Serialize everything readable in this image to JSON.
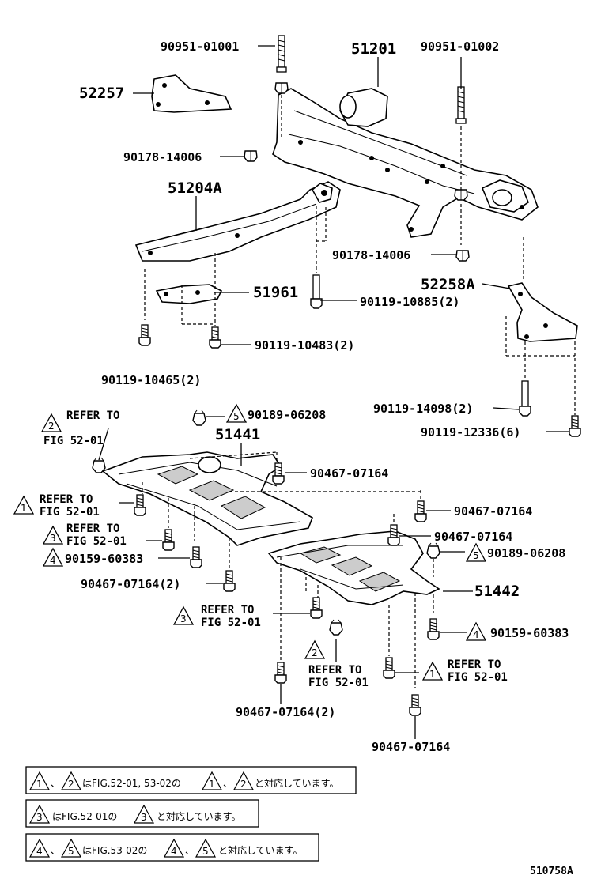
{
  "labels": {
    "p_90951_01001": "90951-01001",
    "p_51201": "51201",
    "p_90951_01002": "90951-01002",
    "p_52257": "52257",
    "p_90178_14006_a": "90178-14006",
    "p_51204A": "51204A",
    "p_90178_14006_b": "90178-14006",
    "p_52258A": "52258A",
    "p_51961": "51961",
    "p_90119_10885": "90119-10885(2)",
    "p_90119_10483": "90119-10483(2)",
    "p_90119_10465": "90119-10465(2)",
    "p_90119_14098": "90119-14098(2)",
    "p_90119_12336": "90119-12336(6)",
    "p_90189_06208_a": "90189-06208",
    "p_51441": "51441",
    "p_90467_07164_a": "90467-07164",
    "p_90467_07164_b": "90467-07164",
    "p_90467_07164_c": "90467-07164",
    "p_90189_06208_b": "90189-06208",
    "p_90159_60383_a": "90159-60383",
    "p_90467_07164_d": "90467-07164(2)",
    "p_51442": "51442",
    "p_90159_60383_b": "90159-60383",
    "p_90467_07164_e": "90467-07164(2)",
    "p_90467_07164_f": "90467-07164"
  },
  "refs": {
    "refer_to": "REFER TO",
    "fig": "FIG 52-01"
  },
  "triangles": [
    "1",
    "2",
    "3",
    "4",
    "5"
  ],
  "notes": {
    "note1_a": "、",
    "note1_b": "はFIG.52-01, 53-02の",
    "note1_c": "、",
    "note1_d": "と対応しています。",
    "note2_b": "はFIG.52-01の",
    "note2_d": "と対応しています。",
    "note3_a": "、",
    "note3_b": "はFIG.53-02の",
    "note3_c": "、",
    "note3_d": "と対応しています。"
  },
  "figure_id": "510758A"
}
